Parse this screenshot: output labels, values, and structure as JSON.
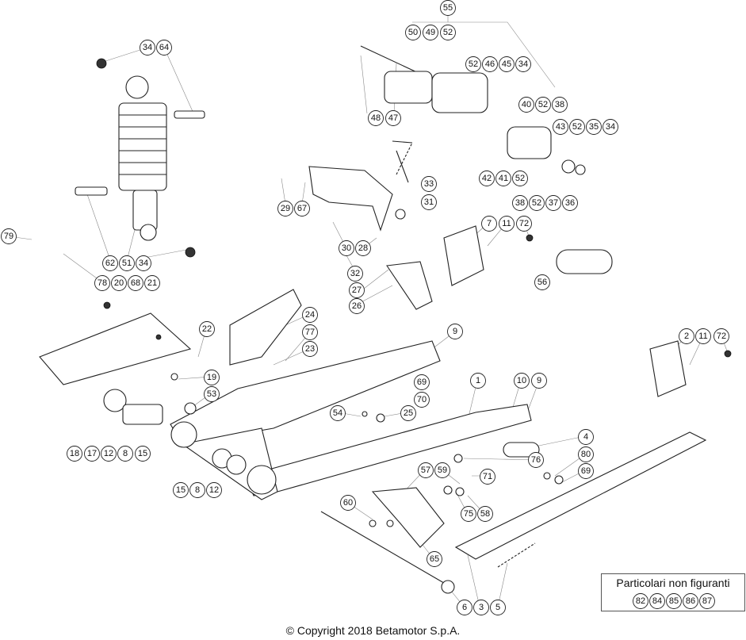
{
  "copyright": "© Copyright 2018 Betamotor S.p.A.",
  "note": {
    "title": "Particolari non figuranti",
    "numbers": [
      "82",
      "84",
      "85",
      "86",
      "87"
    ]
  },
  "callouts": [
    {
      "id": "c55a",
      "label": "55"
    },
    {
      "id": "c50",
      "label": "50"
    },
    {
      "id": "c49",
      "label": "49"
    },
    {
      "id": "c52a",
      "label": "52"
    },
    {
      "id": "c52b",
      "label": "52"
    },
    {
      "id": "c46",
      "label": "46"
    },
    {
      "id": "c45",
      "label": "45"
    },
    {
      "id": "c34a",
      "label": "34"
    },
    {
      "id": "c48",
      "label": "48"
    },
    {
      "id": "c47",
      "label": "47"
    },
    {
      "id": "c40",
      "label": "40"
    },
    {
      "id": "c52c",
      "label": "52"
    },
    {
      "id": "c38a",
      "label": "38"
    },
    {
      "id": "c43",
      "label": "43"
    },
    {
      "id": "c52d",
      "label": "52"
    },
    {
      "id": "c35",
      "label": "35"
    },
    {
      "id": "c34b",
      "label": "34"
    },
    {
      "id": "c42",
      "label": "42"
    },
    {
      "id": "c41",
      "label": "41"
    },
    {
      "id": "c52e",
      "label": "52"
    },
    {
      "id": "c38b",
      "label": "38"
    },
    {
      "id": "c52f",
      "label": "52"
    },
    {
      "id": "c37",
      "label": "37"
    },
    {
      "id": "c36",
      "label": "36"
    },
    {
      "id": "c34c",
      "label": "34"
    },
    {
      "id": "c64",
      "label": "64"
    },
    {
      "id": "c33",
      "label": "33"
    },
    {
      "id": "c31",
      "label": "31"
    },
    {
      "id": "c29",
      "label": "29"
    },
    {
      "id": "c67",
      "label": "67"
    },
    {
      "id": "c30",
      "label": "30"
    },
    {
      "id": "c28",
      "label": "28"
    },
    {
      "id": "c32",
      "label": "32"
    },
    {
      "id": "c7",
      "label": "7"
    },
    {
      "id": "c11a",
      "label": "11"
    },
    {
      "id": "c72a",
      "label": "72"
    },
    {
      "id": "c79",
      "label": "79"
    },
    {
      "id": "c62",
      "label": "62"
    },
    {
      "id": "c51",
      "label": "51"
    },
    {
      "id": "c34d",
      "label": "34"
    },
    {
      "id": "c56",
      "label": "56"
    },
    {
      "id": "c78",
      "label": "78"
    },
    {
      "id": "c20",
      "label": "20"
    },
    {
      "id": "c68",
      "label": "68"
    },
    {
      "id": "c21",
      "label": "21"
    },
    {
      "id": "c27",
      "label": "27"
    },
    {
      "id": "c26",
      "label": "26"
    },
    {
      "id": "c24",
      "label": "24"
    },
    {
      "id": "c77",
      "label": "77"
    },
    {
      "id": "c23",
      "label": "23"
    },
    {
      "id": "c22",
      "label": "22"
    },
    {
      "id": "c9a",
      "label": "9"
    },
    {
      "id": "c2",
      "label": "2"
    },
    {
      "id": "c11b",
      "label": "11"
    },
    {
      "id": "c72b",
      "label": "72"
    },
    {
      "id": "c19",
      "label": "19"
    },
    {
      "id": "c53",
      "label": "53"
    },
    {
      "id": "c69a",
      "label": "69"
    },
    {
      "id": "c70",
      "label": "70"
    },
    {
      "id": "c1",
      "label": "1"
    },
    {
      "id": "c10",
      "label": "10"
    },
    {
      "id": "c9b",
      "label": "9"
    },
    {
      "id": "c54",
      "label": "54"
    },
    {
      "id": "c25",
      "label": "25"
    },
    {
      "id": "c4",
      "label": "4"
    },
    {
      "id": "c18",
      "label": "18"
    },
    {
      "id": "c17",
      "label": "17"
    },
    {
      "id": "c12a",
      "label": "12"
    },
    {
      "id": "c8a",
      "label": "8"
    },
    {
      "id": "c15a",
      "label": "15"
    },
    {
      "id": "c76",
      "label": "76"
    },
    {
      "id": "c80",
      "label": "80"
    },
    {
      "id": "c57",
      "label": "57"
    },
    {
      "id": "c59",
      "label": "59"
    },
    {
      "id": "c71",
      "label": "71"
    },
    {
      "id": "c69b",
      "label": "69"
    },
    {
      "id": "c15b",
      "label": "15"
    },
    {
      "id": "c8b",
      "label": "8"
    },
    {
      "id": "c12b",
      "label": "12"
    },
    {
      "id": "c60",
      "label": "60"
    },
    {
      "id": "c75",
      "label": "75"
    },
    {
      "id": "c58",
      "label": "58"
    },
    {
      "id": "c65",
      "label": "65"
    },
    {
      "id": "c6",
      "label": "6"
    },
    {
      "id": "c3",
      "label": "3"
    },
    {
      "id": "c5",
      "label": "5"
    }
  ]
}
